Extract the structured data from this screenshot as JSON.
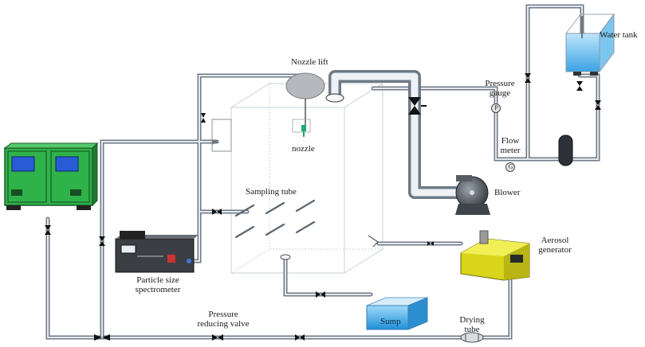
{
  "labels": {
    "nozzle_lift": "Nozzle lift",
    "nozzle": "nozzle",
    "pressure_gauge_1": "Pressure",
    "pressure_gauge_2": "gauge",
    "flow_meter_1": "Flow",
    "flow_meter_2": "meter",
    "water_tank": "Water tank",
    "sampling_tube": "Sampling tube",
    "blower": "Blower",
    "aerosol_generator_1": "Aerosol",
    "aerosol_generator_2": "generator",
    "particle_spectrometer_1": "Particle size",
    "particle_spectrometer_2": "spectrometer",
    "pressure_reducing_valve_1": "Pressure",
    "pressure_reducing_valve_2": "reducing valve",
    "sump": "Sump",
    "drying_tube_1": "Drying",
    "drying_tube_2": "tube"
  },
  "gauge_symbols": {
    "pressure": "P",
    "flow": "G"
  },
  "colors": {
    "pipe": "#b9c2cc",
    "pipe_edge": "#6f7a86",
    "chamber_edge": "#c9d0d8",
    "cabinet_green": "#2fb24a",
    "aerosol_yellow": "#e6e31e",
    "water_blue": "#5cb8ee",
    "valve": "#111111"
  }
}
